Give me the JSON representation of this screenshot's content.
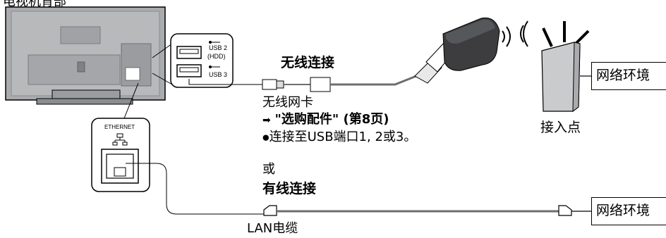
{
  "header": {
    "tv_rear_label": "电视机背部"
  },
  "tv_ports": {
    "usb2_label": "USB 2",
    "hdd_label": "(HDD)",
    "usb3_label": "USB 3",
    "ethernet_label": "ETHERNET"
  },
  "wireless": {
    "title": "无线连接",
    "adapter_label": "无线网卡",
    "optional_ref": "\"选购配件\" (第8页)",
    "arrow_glyph": "➡",
    "bullet": "●",
    "usb_note": "连接至USB端口1, 2或3。"
  },
  "access_point": {
    "label": "接入点"
  },
  "network_box_top": {
    "label": "网络环境"
  },
  "alternative": {
    "or_label": "或",
    "wired_title": "有线连接",
    "lan_cable_label": "LAN电缆"
  },
  "network_box_bottom": {
    "label": "网络环境"
  },
  "colors": {
    "tv_body": "#a9abae",
    "tv_detail": "#8a8c8f",
    "cable": "#6e6e6e",
    "adapter_body": "#3d3d3f",
    "ap_body": "#c9cbcd"
  }
}
